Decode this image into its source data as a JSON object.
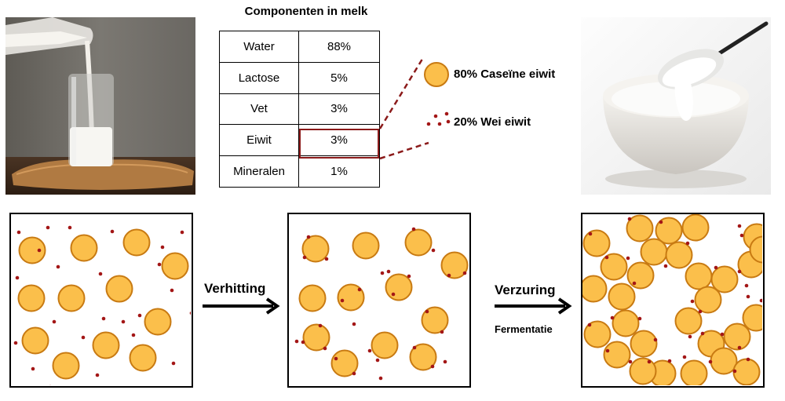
{
  "title": "Componenten in melk",
  "table": [
    {
      "name": "Water",
      "value": "88%"
    },
    {
      "name": "Lactose",
      "value": "5%"
    },
    {
      "name": "Vet",
      "value": "3%"
    },
    {
      "name": "Eiwit",
      "value": "3%"
    },
    {
      "name": "Mineralen",
      "value": "1%"
    }
  ],
  "legend": {
    "casein": "80% Caseïne eiwit",
    "whey": "20% Wei eiwit"
  },
  "steps": {
    "heating": "Verhitting",
    "souring": "Verzuring",
    "fermentation": "Fermentatie"
  },
  "colors": {
    "casein_fill": "#fbbf4b",
    "casein_stroke": "#c87a12",
    "whey": "#a31616",
    "highlight": "#8b1a1a"
  }
}
